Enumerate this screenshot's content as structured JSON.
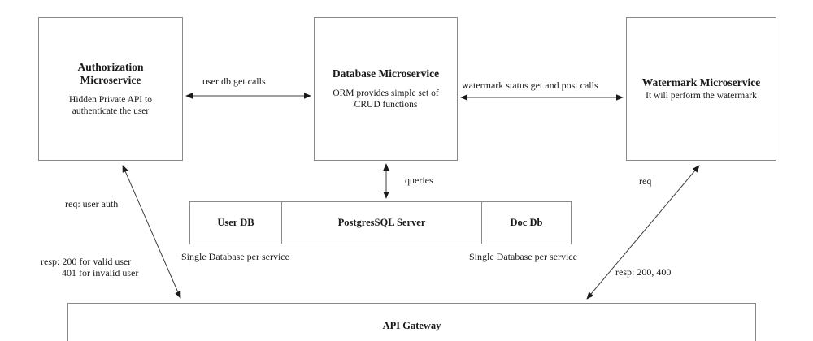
{
  "nodes": {
    "authorization": {
      "title_line1": "Authorization",
      "title_line2": "Microservice",
      "body_line1": "Hidden Private API to",
      "body_line2": "authenticate the user"
    },
    "database": {
      "title": "Database Microservice",
      "body_line1": "ORM provides simple set of",
      "body_line2": "CRUD functions"
    },
    "watermark": {
      "title": "Watermark Microservice",
      "body": "It will perform the watermark"
    },
    "gateway": {
      "title": "API Gateway"
    }
  },
  "database_bar": {
    "cells": [
      "User DB",
      "PostgresSQL Server",
      "Doc Db"
    ],
    "caption_left": "Single Database per service",
    "caption_right": "Single Database per service"
  },
  "edge_labels": {
    "auth_db": "user db get calls",
    "db_watermark": "watermark status get and post calls",
    "queries": "queries",
    "req_user_auth": "req: user auth",
    "resp_valid_line1": "resp: 200 for valid user",
    "resp_valid_line2": "401 for invalid user",
    "req": "req",
    "resp_codes": "resp: 200, 400"
  },
  "colors": {
    "box_border": "#8a8a8a",
    "arrow": "#3f3f3f",
    "text": "#1a1a1a",
    "background": "#ffffff"
  }
}
